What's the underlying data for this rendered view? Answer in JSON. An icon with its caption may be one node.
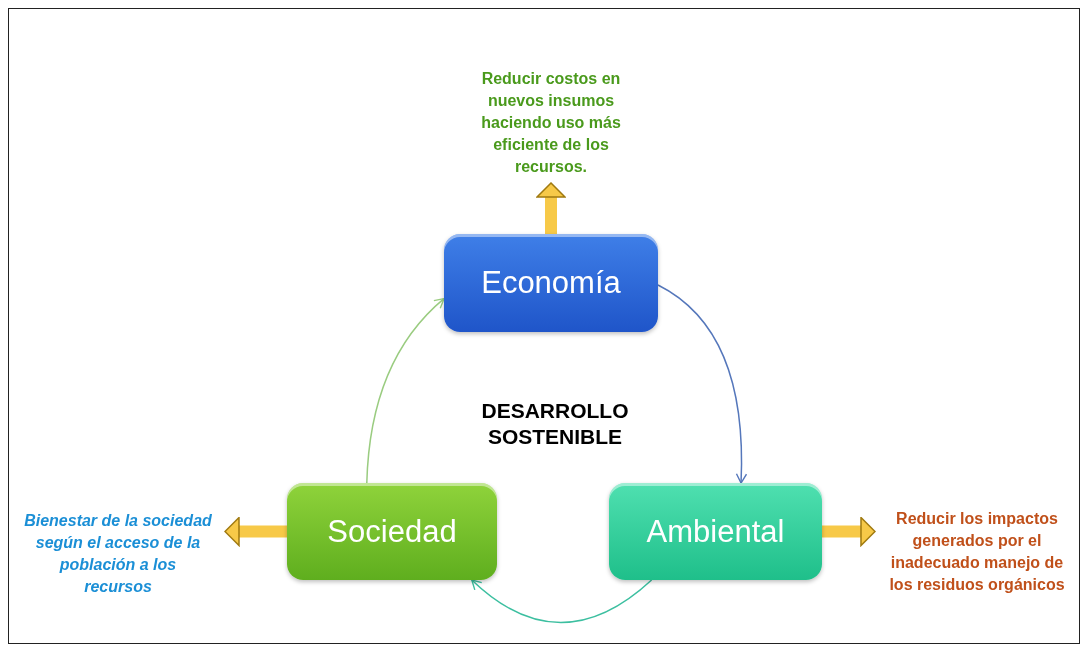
{
  "diagram": {
    "nodes": [
      {
        "text": [
          "Economía"
        ]
      },
      {
        "text": [
          "Sociedad"
        ]
      },
      {
        "text": [
          "Ambiental"
        ]
      },
      {
        "text": [
          "Reducir costos en nuevos insumos haciendo uso más eficiente de los recursos."
        ]
      },
      {
        "text": [
          "Bienestar de la sociedad según el acceso de la población a los recursos"
        ]
      },
      {
        "text": [
          "Reducir los impactos generados por el inadecuado manejo de los residuos orgánicos"
        ]
      }
    ],
    "edges": [
      {
        "from": 0,
        "to": 2,
        "arrow": "to",
        "color": "#5577bb"
      },
      {
        "from": 2,
        "to": 1,
        "arrow": "to",
        "color": "#3cbfa0"
      },
      {
        "from": 1,
        "to": 0,
        "arrow": "to",
        "color": "#9acc80"
      },
      {
        "from": 0,
        "to": 3,
        "arrow": "to",
        "style": "thick",
        "color": "#f7c948"
      },
      {
        "from": 1,
        "to": 4,
        "arrow": "to",
        "style": "thick",
        "color": "#f7c948"
      },
      {
        "from": 2,
        "to": 5,
        "arrow": "to",
        "style": "thick",
        "color": "#f7c948"
      }
    ],
    "labels": [
      "DESARROLLO SOSTENIBLE"
    ]
  }
}
